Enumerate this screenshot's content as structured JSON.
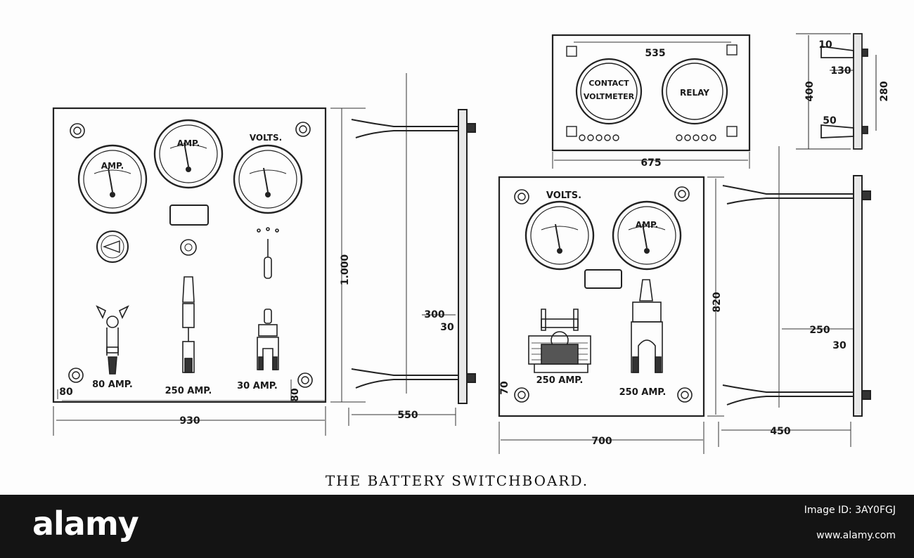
{
  "caption": "THE BATTERY SWITCHBOARD.",
  "left_board": {
    "meters": [
      "AMP.",
      "AMP.",
      "VOLTS."
    ],
    "switch_labels": [
      "80 AMP.",
      "250 AMP.",
      "30 AMP."
    ],
    "dims": {
      "width": "930",
      "height": "1.000",
      "depth": "550",
      "standoff": "300",
      "offset": "30",
      "margin_left": "80",
      "margin_bottom": "80"
    }
  },
  "top_box": {
    "meter_labels": [
      "CONTACT",
      "VOLTMETER",
      "RELAY"
    ],
    "dims": {
      "width": "675",
      "inner": "535"
    }
  },
  "side_view": {
    "dims": {
      "height": "400",
      "span": "280",
      "d10": "10",
      "d130": "130",
      "d50": "50"
    }
  },
  "right_board": {
    "meters": [
      "VOLTS.",
      "AMP."
    ],
    "switch_labels": [
      "250 AMP.",
      "250 AMP."
    ],
    "dims": {
      "width": "700",
      "height": "820",
      "depth": "450",
      "standoff": "250",
      "offset": "30",
      "margin_left": "70"
    }
  },
  "footer": {
    "logo": "alamy",
    "image_id": "Image ID: 3AY0FGJ",
    "site": "www.alamy.com"
  }
}
